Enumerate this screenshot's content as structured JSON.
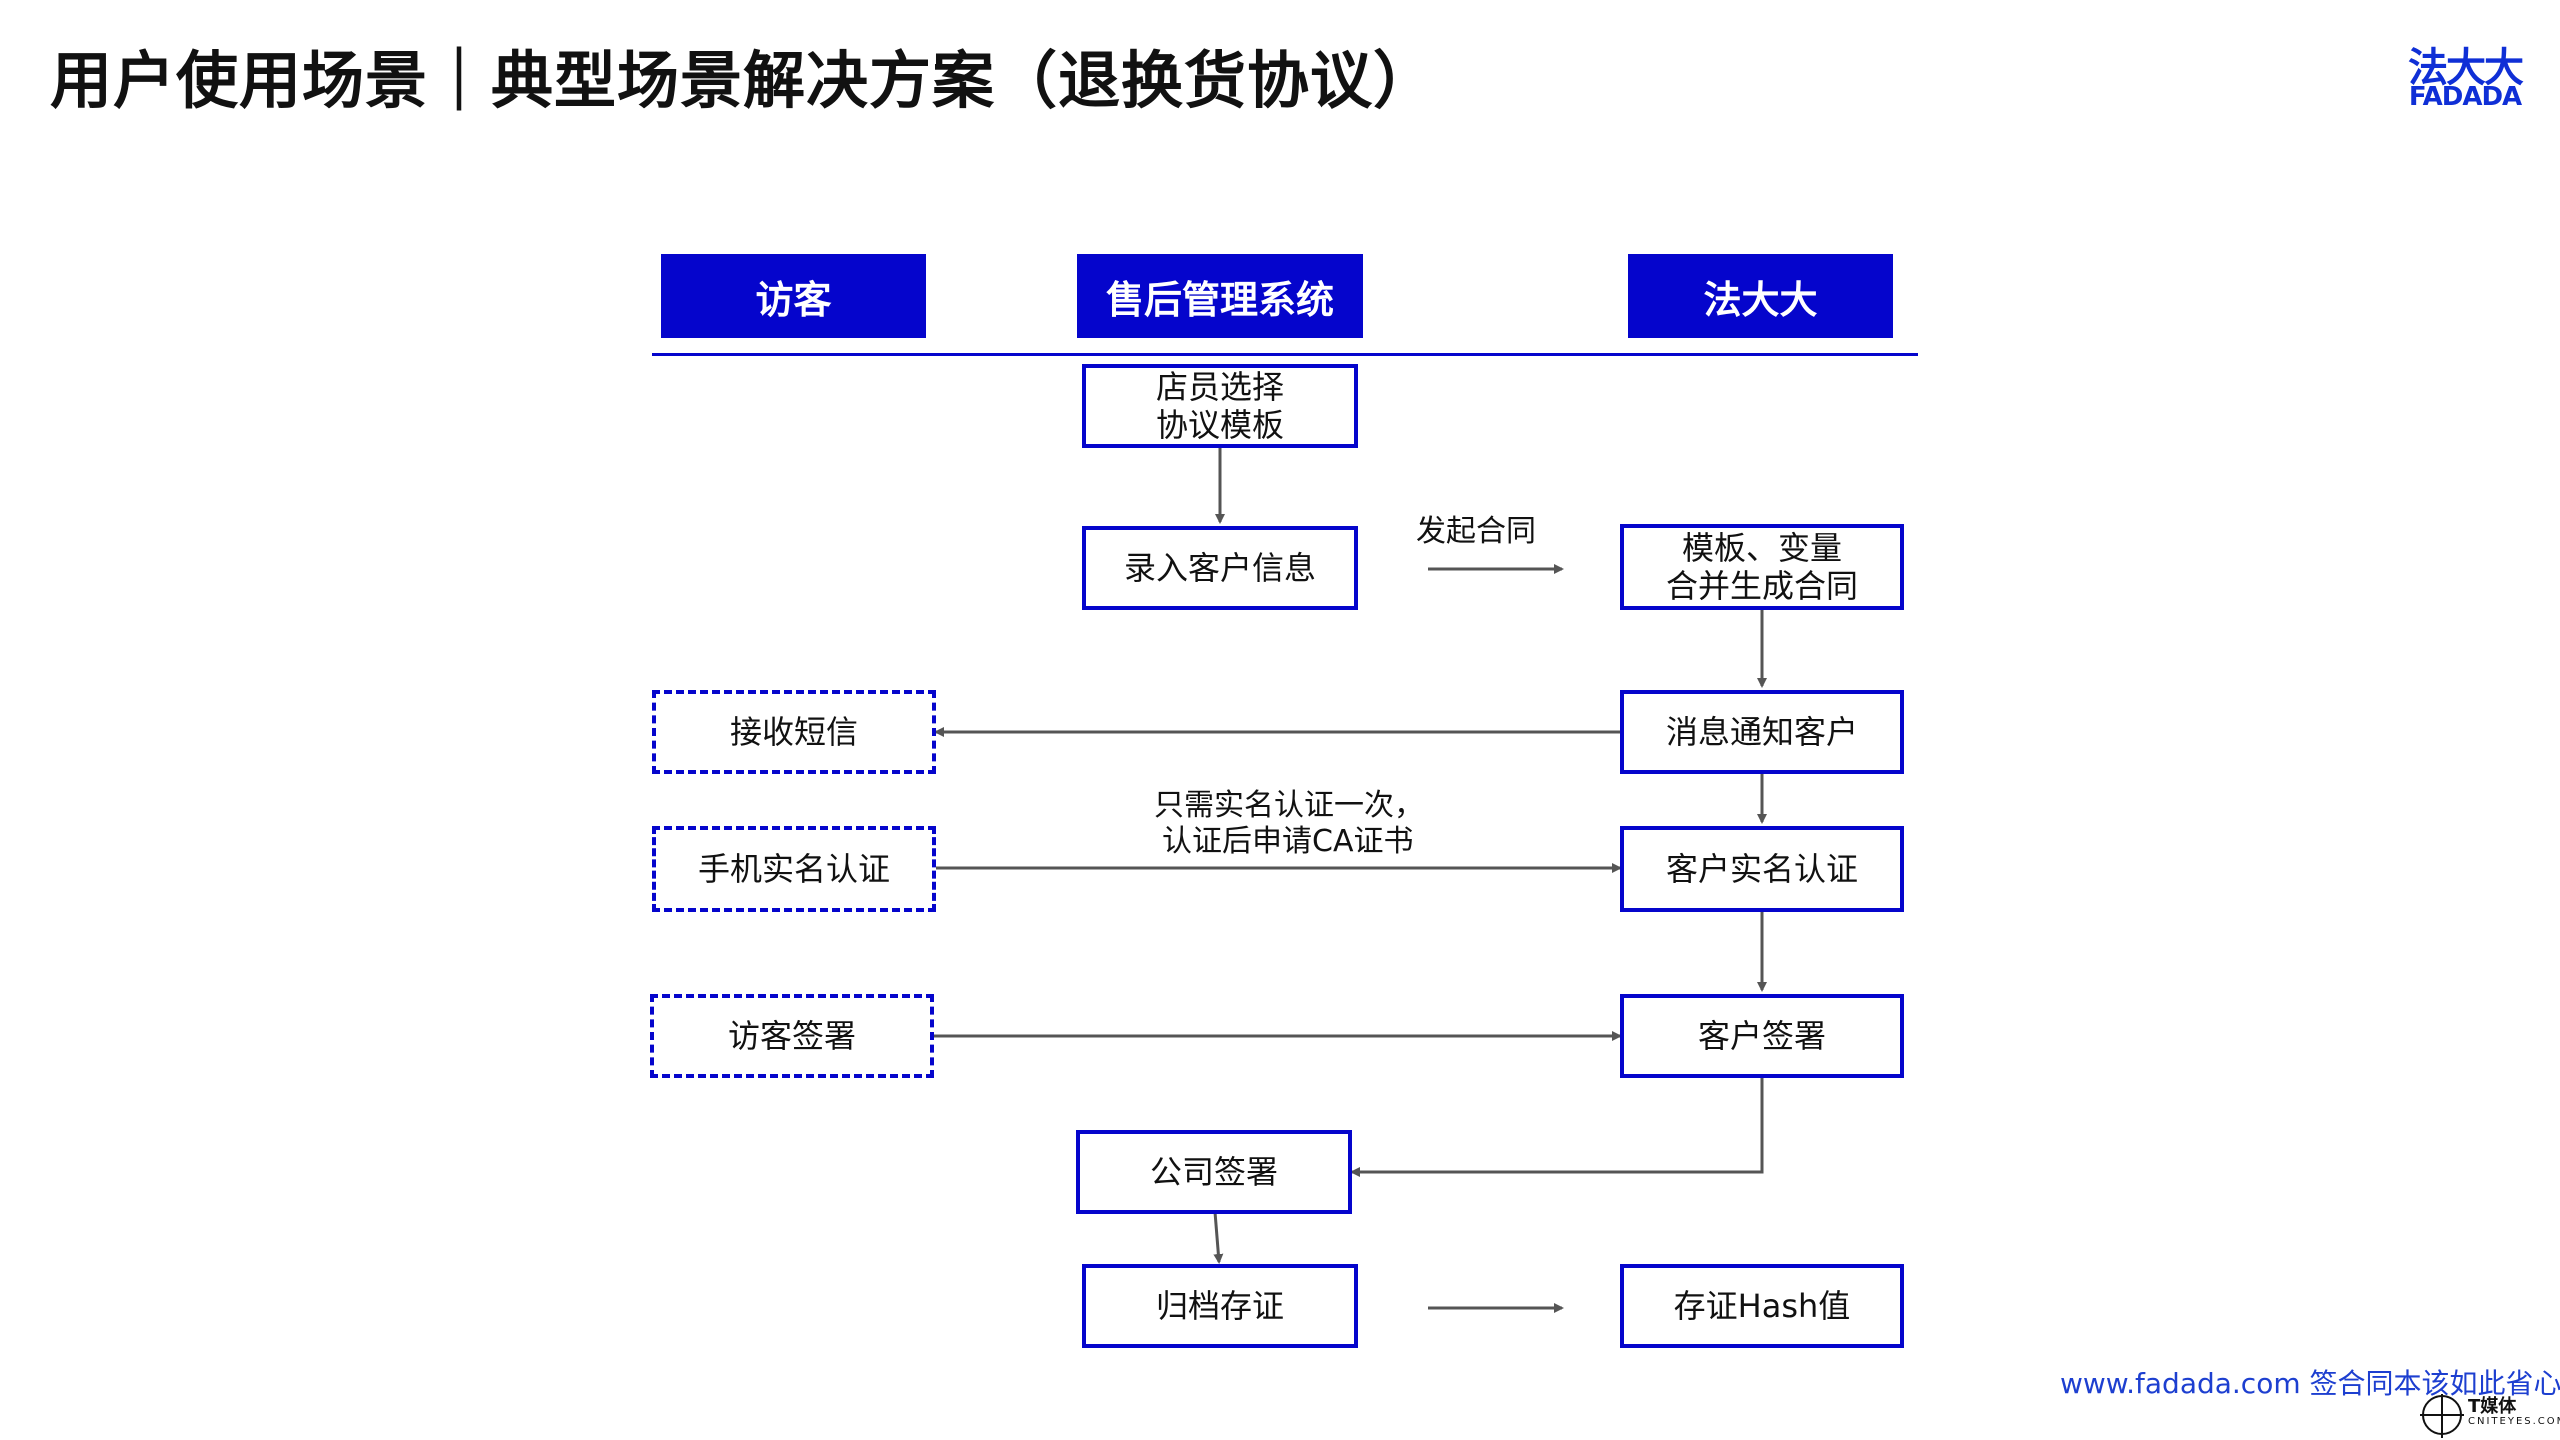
{
  "title": "用户使用场景｜典型场景解决方案（退换货协议）",
  "logo": {
    "cn": "法大大",
    "en": "FADADA"
  },
  "lanes": [
    "访客",
    "售后管理系统",
    "法大大"
  ],
  "nodes": {
    "select_template": {
      "line1": "店员选择",
      "line2": "协议模板"
    },
    "enter_info": "录入客户信息",
    "gen_contract": {
      "line1": "模板、变量",
      "line2": "合并生成合同"
    },
    "notify": "消息通知客户",
    "receive_sms": "接收短信",
    "customer_auth": "客户实名认证",
    "phone_auth": "手机实名认证",
    "visitor_sign": "访客签署",
    "customer_sign": "客户签署",
    "company_sign": "公司签署",
    "archive": "归档存证",
    "hash": "存证Hash值"
  },
  "labels": {
    "initiate": "发起合同",
    "auth_note_1": "只需实名认证一次，",
    "auth_note_2": "认证后申请CA证书"
  },
  "footer": {
    "url_slogan": "www.fadada.com   签合同本该如此省心",
    "watermark_cn": "T媒体",
    "watermark_en": "CNITEYES.COM"
  },
  "colors": {
    "accent": "#0505cc",
    "arrow": "#555555",
    "link": "#1d3fd0"
  }
}
